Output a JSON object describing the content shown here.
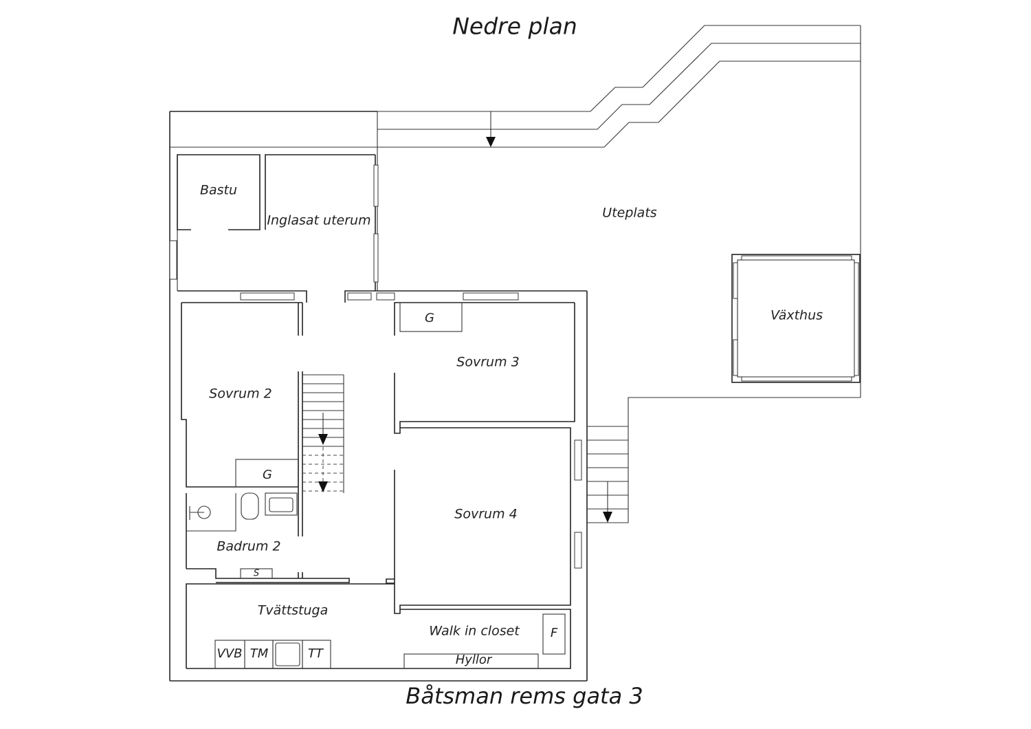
{
  "plan_title": "Nedre plan",
  "address": "Båtsman rems gata 3",
  "rooms": {
    "bastu": "Bastu",
    "inglasat_uterum": "Inglasat uterum",
    "uteplats": "Uteplats",
    "vaxthus": "Växthus",
    "sovrum2": "Sovrum 2",
    "sovrum3": "Sovrum 3",
    "sovrum4": "Sovrum 4",
    "badrum2": "Badrum 2",
    "tvattstuga": "Tvättstuga",
    "walk_in_closet": "Walk in closet"
  },
  "fixtures": {
    "garderob_1": "G",
    "garderob_2": "G",
    "skap": "S",
    "vvb": "VVB",
    "tm": "TM",
    "tt": "TT",
    "frys": "F",
    "hyllor": "Hyllor"
  }
}
